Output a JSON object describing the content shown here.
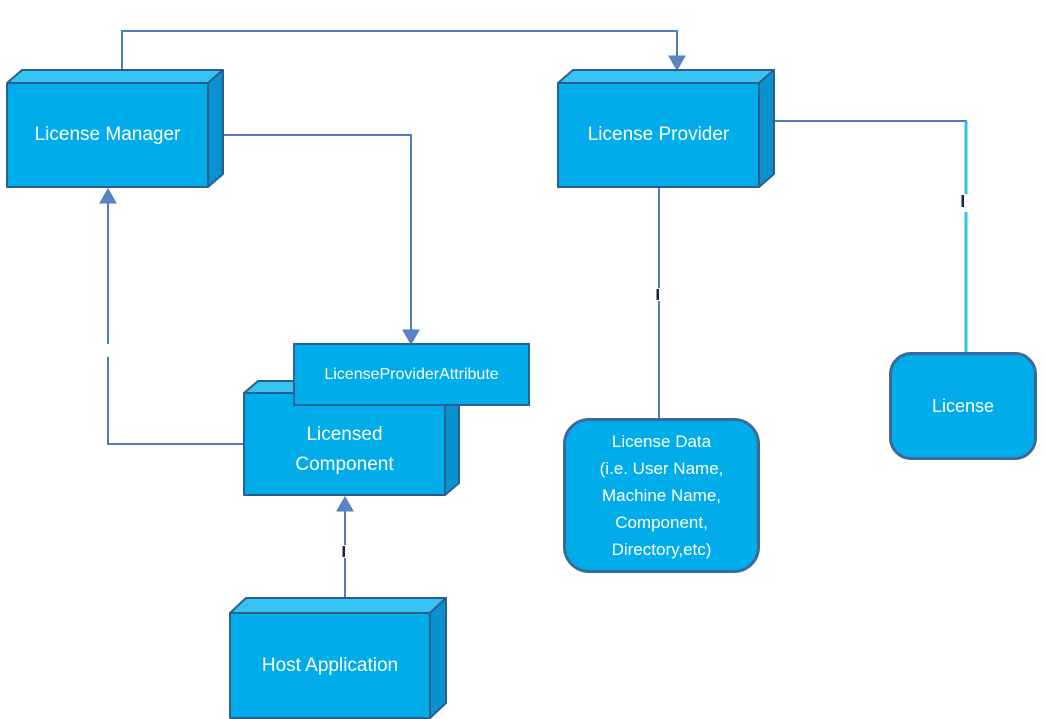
{
  "diagram": {
    "title": "Licensing model component diagram",
    "background": "#ffffff",
    "colors": {
      "node_front_fill": "#00ACEA",
      "node_top_fill": "#36C3F1",
      "node_side_fill": "#0992CF",
      "cube_border": "#2A5F8C",
      "flat_rect_border": "#2B6399",
      "rounded_border": "#3A6A9B",
      "connector_blue": "#4E7DBE",
      "connector_cyan": "#33C0EC",
      "tick_dark": "#1B2430",
      "label_color": "#FFFFFF"
    },
    "nodes": [
      {
        "id": "license-manager",
        "shape": "cube",
        "label": "License Manager"
      },
      {
        "id": "license-provider",
        "shape": "cube",
        "label": "License Provider"
      },
      {
        "id": "license-provider-attribute",
        "shape": "flat-rect",
        "label": "LicenseProviderAttribute"
      },
      {
        "id": "licensed-component",
        "shape": "cube",
        "label": "Licensed\nComponent"
      },
      {
        "id": "host-application",
        "shape": "cube",
        "label": "Host Application"
      },
      {
        "id": "license-data",
        "shape": "rounded-rect",
        "label": "License Data\n(i.e. User Name,\nMachine Name,\nComponent,\nDirectory,etc)"
      },
      {
        "id": "license",
        "shape": "rounded-rect",
        "label": "License"
      }
    ],
    "edges": [
      {
        "from": "license-manager",
        "to": "license-provider",
        "style": "arrow",
        "color": "#4E7DBE"
      },
      {
        "from": "license-manager",
        "to": "license-provider-attribute",
        "style": "arrow",
        "color": "#4E7DBE"
      },
      {
        "from": "licensed-component",
        "to": "license-manager",
        "style": "arrow",
        "color": "#4E7DBE"
      },
      {
        "from": "host-application",
        "to": "licensed-component",
        "style": "arrow",
        "color": "#4E7DBE"
      },
      {
        "from": "license-provider",
        "to": "license-data",
        "style": "line",
        "color": "#4E7DBE"
      },
      {
        "from": "license-provider",
        "to": "license",
        "style": "line",
        "color": "#33C0EC"
      }
    ]
  }
}
